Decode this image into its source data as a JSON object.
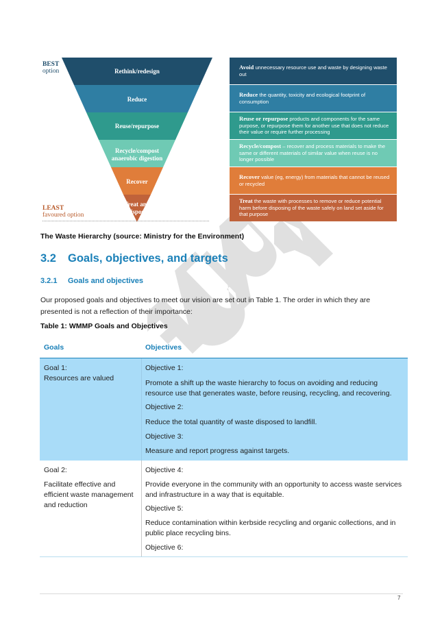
{
  "watermark": {
    "text": "DRAFT",
    "color": "#d3d3d3"
  },
  "hierarchy": {
    "best_label_1": "BEST",
    "best_label_2": "option",
    "least_label_1": "LEAST",
    "least_label_2": "favoured option",
    "levels": [
      {
        "label": "Rethink/redesign",
        "color": "#1f4e6b"
      },
      {
        "label": "Reduce",
        "color": "#2f7ea3"
      },
      {
        "label": "Reuse/repurpose",
        "color": "#2f9a8d"
      },
      {
        "label": "Recycle/compost anaerobic digestion",
        "color": "#6fcab4"
      },
      {
        "label": "Recover",
        "color": "#e07d3a"
      },
      {
        "label": "Treat and dispose",
        "color": "#c0623a"
      }
    ],
    "descriptions": [
      {
        "keyword": "Avoid",
        "text": " unnecessary resource use and waste by designing waste out",
        "color": "#1f4e6b"
      },
      {
        "keyword": "Reduce",
        "text": " the quantity, toxicity and ecological footprint of consumption",
        "color": "#2f7ea3"
      },
      {
        "keyword": "Reuse or repurpose",
        "text": " products and components for the same purpose, or repurpose them for another use that does not reduce their value or require further processing",
        "color": "#2f9a8d"
      },
      {
        "keyword": "Recycle/compost",
        "text": " – recover and process materials to make the same or different materials of similar value when reuse is no longer possible",
        "color": "#6fcab4"
      },
      {
        "keyword": "Recover",
        "text": " value (eg, energy) from materials that cannot be reused or recycled",
        "color": "#e07d3a"
      },
      {
        "keyword": "Treat",
        "text": " the waste with processes to remove or reduce potential harm before disposing of the waste safely on land set aside for that purpose",
        "color": "#c0623a"
      }
    ]
  },
  "figure_caption": "The Waste Hierarchy (source: Ministry for the Environment)",
  "section": {
    "number": "3.2",
    "title": "Goals, objectives, and targets"
  },
  "subsection": {
    "number": "3.2.1",
    "title": "Goals and objectives"
  },
  "intro_paragraph": "Our proposed goals and objectives to meet our vision are set out in Table 1. The order in which they are presented is not a reflection of their importance:",
  "table_caption": "Table 1: WMMP Goals and Objectives",
  "table": {
    "headers": [
      "Goals",
      "Objectives"
    ],
    "rows": [
      {
        "goal_title": "Goal 1:",
        "goal_text": "Resources are valued",
        "objectives": [
          "Objective 1:",
          "Promote a shift up the waste hierarchy to focus on avoiding and reducing resource use that generates waste, before reusing, recycling, and recovering.",
          "Objective 2:",
          "Reduce the total quantity of waste disposed to landfill.",
          "Objective 3:",
          "Measure and report progress against targets."
        ]
      },
      {
        "goal_title": "Goal 2:",
        "goal_text": "Facilitate effective and efficient waste management and reduction",
        "objectives": [
          "Objective 4:",
          "Provide everyone in the community with an opportunity to access waste services and infrastructure in a way that is equitable.",
          "Objective 5:",
          "Reduce contamination within kerbside recycling and organic collections, and in public place recycling bins.",
          "Objective 6:"
        ]
      }
    ]
  },
  "page_number": "7"
}
